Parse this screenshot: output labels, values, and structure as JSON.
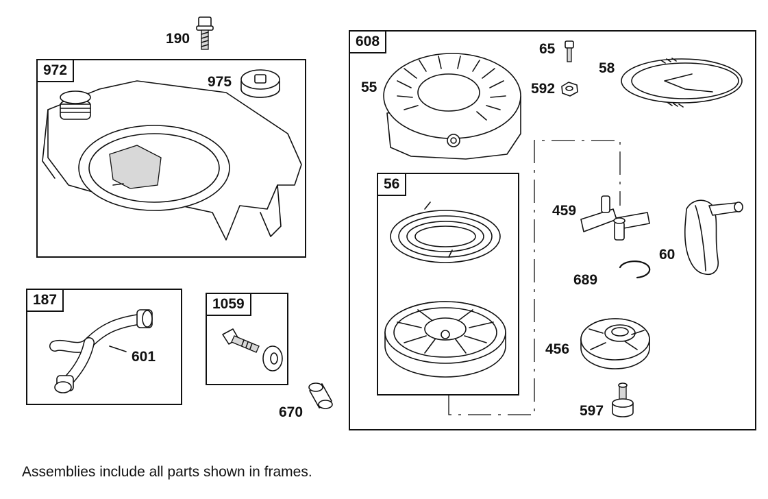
{
  "frames": {
    "f972": "972",
    "f187": "187",
    "f1059": "1059",
    "f608": "608",
    "f56": "56"
  },
  "parts": {
    "p190": "190",
    "p975": "975",
    "p601": "601",
    "p670": "670",
    "p55": "55",
    "p65": "65",
    "p58": "58",
    "p592": "592",
    "p459": "459",
    "p60": "60",
    "p689": "689",
    "p456": "456",
    "p597": "597"
  },
  "footnote": "Assemblies include all parts shown in frames."
}
